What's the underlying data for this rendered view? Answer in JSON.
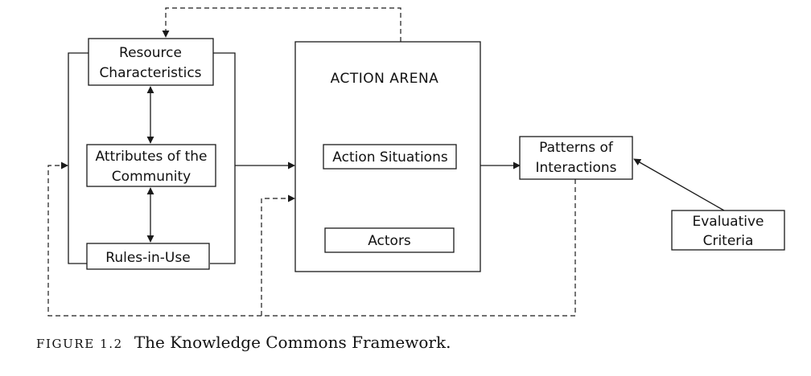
{
  "nodes": {
    "resource_characteristics": {
      "line1": "Resource",
      "line2": "Characteristics"
    },
    "attributes_of_community": {
      "line1": "Attributes of the",
      "line2": "Community"
    },
    "rules_in_use": {
      "label": "Rules-in-Use"
    },
    "action_arena": {
      "title": "ACTION ARENA"
    },
    "action_situations": {
      "label": "Action Situations"
    },
    "actors": {
      "label": "Actors"
    },
    "patterns_of_interactions": {
      "line1": "Patterns of",
      "line2": "Interactions"
    },
    "evaluative_criteria": {
      "line1": "Evaluative",
      "line2": "Criteria"
    }
  },
  "caption": {
    "figure_label": "FIGURE 1.2",
    "title": "The Knowledge Commons Framework."
  }
}
